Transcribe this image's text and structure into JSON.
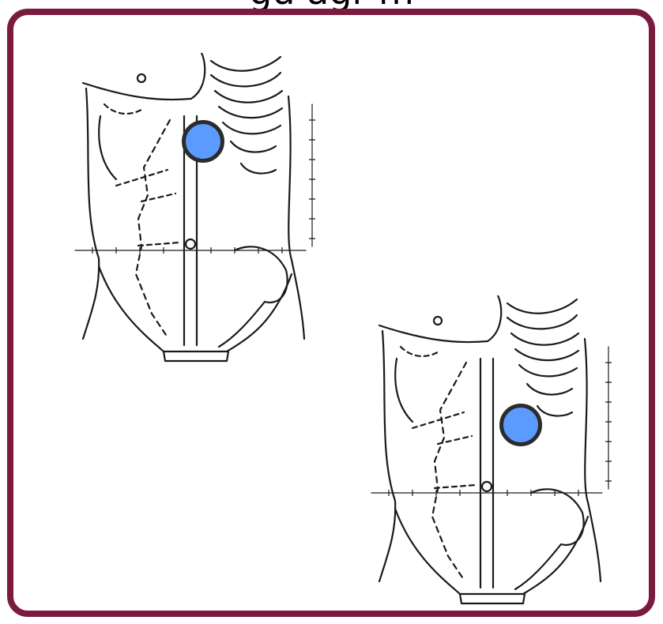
{
  "title": "gu  agr m",
  "colors": {
    "frame": "#7a1a3f",
    "marker_fill": "#5b9bff",
    "marker_border": "#2b2b2b",
    "line": "#1a1a1a"
  },
  "diagrams": [
    {
      "name": "abdomen-diagram-upper",
      "marker_label": "epigastric-marker"
    },
    {
      "name": "abdomen-diagram-lower",
      "marker_label": "left-upper-quadrant-marker"
    }
  ]
}
